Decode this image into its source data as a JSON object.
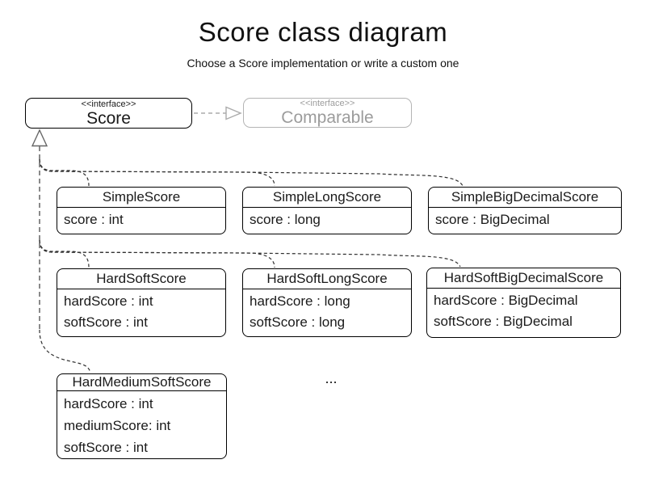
{
  "title": "Score class diagram",
  "subtitle": "Choose a Score implementation or write a custom one",
  "interfaces": {
    "score": {
      "stereotype": "<<interface>>",
      "name": "Score"
    },
    "comparable": {
      "stereotype": "<<interface>>",
      "name": "Comparable"
    }
  },
  "classes": [
    {
      "name": "SimpleScore",
      "attributes": [
        "score : int"
      ]
    },
    {
      "name": "SimpleLongScore",
      "attributes": [
        "score : long"
      ]
    },
    {
      "name": "SimpleBigDecimalScore",
      "attributes": [
        "score : BigDecimal"
      ]
    },
    {
      "name": "HardSoftScore",
      "attributes": [
        "hardScore : int",
        "softScore : int"
      ]
    },
    {
      "name": "HardSoftLongScore",
      "attributes": [
        "hardScore : long",
        "softScore : long"
      ]
    },
    {
      "name": "HardSoftBigDecimalScore",
      "attributes": [
        "hardScore : BigDecimal",
        "softScore : BigDecimal"
      ]
    },
    {
      "name": "HardMediumSoftScore",
      "attributes": [
        "hardScore : int",
        "mediumScore: int",
        "softScore : int"
      ]
    }
  ],
  "ellipsis": "...",
  "connections": {
    "score_to_comparable": {
      "from": "Score",
      "to": "Comparable",
      "style": "dashed-realization-gray"
    },
    "realizations_of_score": [
      "SimpleScore",
      "SimpleLongScore",
      "SimpleBigDecimalScore",
      "HardSoftScore",
      "HardSoftLongScore",
      "HardSoftBigDecimalScore",
      "HardMediumSoftScore"
    ]
  },
  "colors": {
    "box_border": "#000000",
    "muted_border": "#b4b4b4",
    "muted_text": "#9c9c9c",
    "connector_dark": "#2f2f2f",
    "connector_shared": "#7d7d7d",
    "arrow_gray": "#ababab",
    "background": "#ffffff"
  }
}
